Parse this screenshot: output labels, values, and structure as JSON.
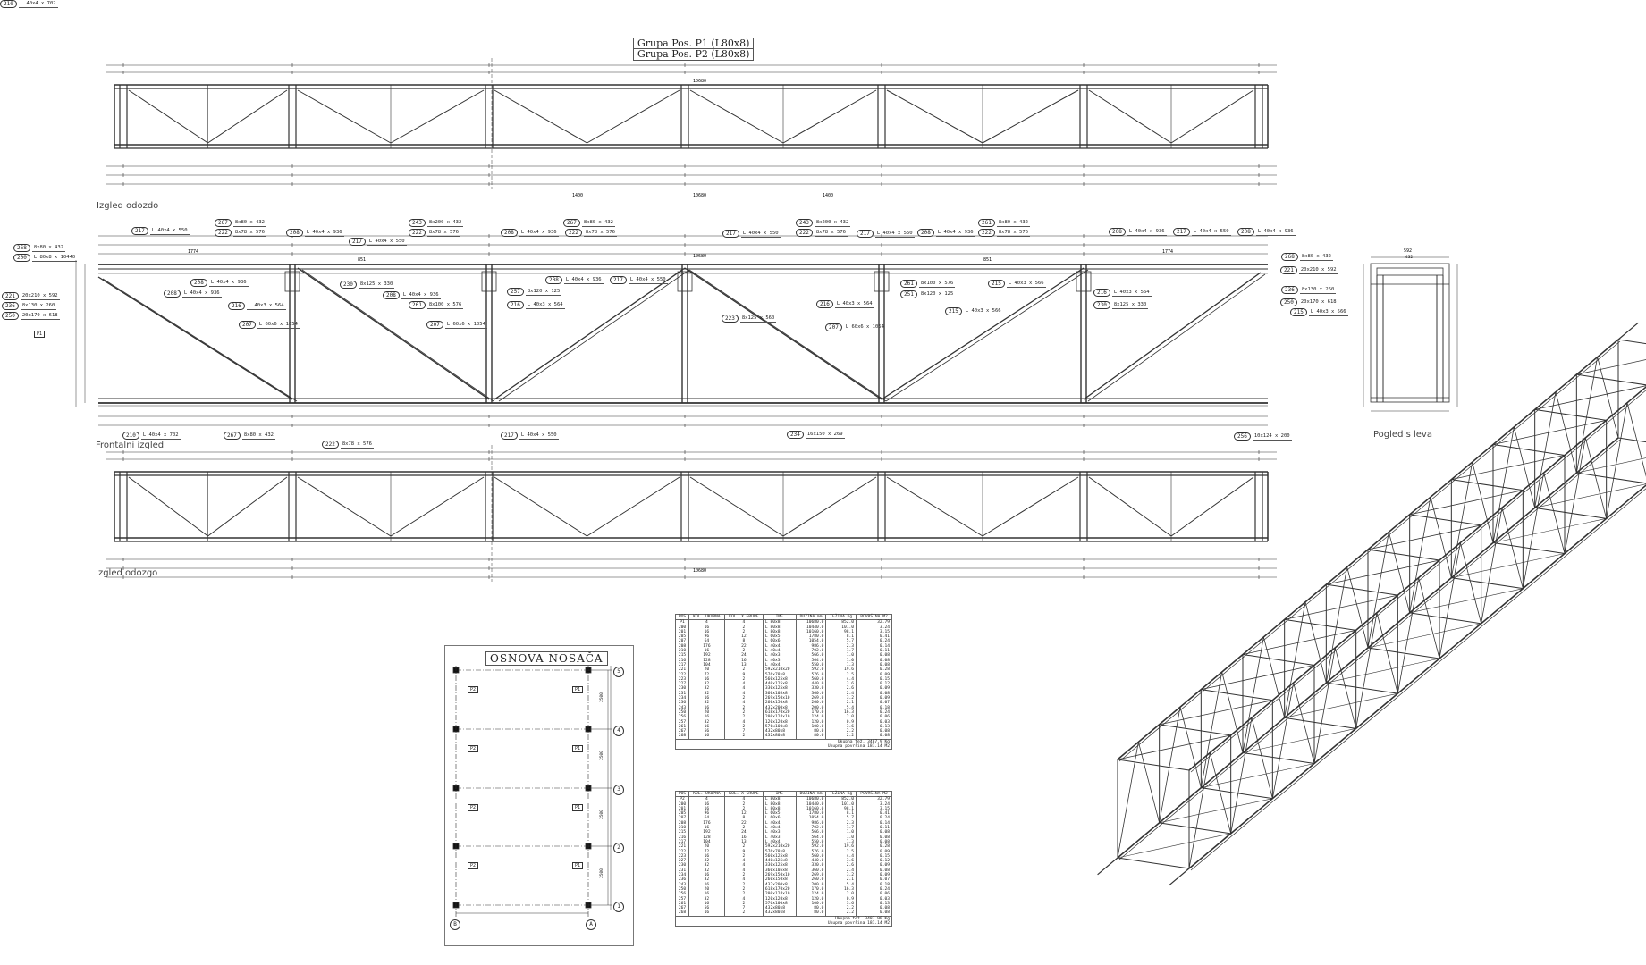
{
  "title_boxes": [
    "Grupa  Pos.  P1  (L80x8)",
    "Grupa  Pos.  P2  (L80x8)"
  ],
  "views": {
    "bottom": "Izgled odozdo",
    "front": "Frontalni izgled",
    "top": "Izgled odozgo",
    "left": "Pogled s leva"
  },
  "dimensions": {
    "total": "10680",
    "panel": "1400",
    "sub": "851",
    "end": "1774",
    "left_width": "592",
    "left_inner": "432"
  },
  "pos_tag": "P1",
  "callouts": [
    {
      "num": "268",
      "text": "8x80 x 432"
    },
    {
      "num": "200",
      "text": "L 80x8 x 10440"
    },
    {
      "num": "221",
      "text": "20x210 x 592"
    },
    {
      "num": "236",
      "text": "8x130 x 260"
    },
    {
      "num": "250",
      "text": "20x170 x 618"
    },
    {
      "num": "217",
      "text": "L 40x4 x 550"
    },
    {
      "num": "267",
      "text": "8x80 x 432"
    },
    {
      "num": "222",
      "text": "8x78 x 576"
    },
    {
      "num": "208",
      "text": "L 40x4 x 936"
    },
    {
      "num": "208",
      "text": "L 40x4 x 936"
    },
    {
      "num": "208",
      "text": "L 40x4 x 936"
    },
    {
      "num": "216",
      "text": "L 40x3 x 564"
    },
    {
      "num": "207",
      "text": "L 60x6 x 1054"
    },
    {
      "num": "243",
      "text": "8x200 x 432"
    },
    {
      "num": "222",
      "text": "8x78 x 576"
    },
    {
      "num": "217",
      "text": "L 40x4 x 550"
    },
    {
      "num": "230",
      "text": "8x125 x 330"
    },
    {
      "num": "208",
      "text": "L 40x4 x 936"
    },
    {
      "num": "261",
      "text": "8x100 x 576"
    },
    {
      "num": "207",
      "text": "L 60x6 x 1054"
    },
    {
      "num": "257",
      "text": "8x120 x 125"
    },
    {
      "num": "216",
      "text": "L 40x3 x 564"
    },
    {
      "num": "208",
      "text": "L 40x4 x 936"
    },
    {
      "num": "267",
      "text": "8x80 x 432"
    },
    {
      "num": "222",
      "text": "8x78 x 576"
    },
    {
      "num": "208",
      "text": "L 40x4 x 936"
    },
    {
      "num": "217",
      "text": "L 40x4 x 550"
    },
    {
      "num": "217",
      "text": "L 40x4 x 550"
    },
    {
      "num": "243",
      "text": "8x200 x 432"
    },
    {
      "num": "222",
      "text": "8x78 x 576"
    },
    {
      "num": "217",
      "text": "L 40x4 x 550"
    },
    {
      "num": "208",
      "text": "L 40x4 x 936"
    },
    {
      "num": "261",
      "text": "8x80 x 432"
    },
    {
      "num": "222",
      "text": "8x78 x 576"
    },
    {
      "num": "261",
      "text": "8x100 x 576"
    },
    {
      "num": "251",
      "text": "8x120 x 125"
    },
    {
      "num": "215",
      "text": "L 40x3 x 566"
    },
    {
      "num": "216",
      "text": "L 40x3 x 564"
    },
    {
      "num": "215",
      "text": "L 40x3 x 566"
    },
    {
      "num": "207",
      "text": "L 60x6 x 1054"
    },
    {
      "num": "223",
      "text": "8x125 x 560"
    },
    {
      "num": "208",
      "text": "L 40x4 x 936"
    },
    {
      "num": "217",
      "text": "L 40x4 x 550"
    },
    {
      "num": "208",
      "text": "L 40x4 x 936"
    },
    {
      "num": "268",
      "text": "8x80 x 432"
    },
    {
      "num": "221",
      "text": "20x210 x 592"
    },
    {
      "num": "236",
      "text": "8x130 x 260"
    },
    {
      "num": "250",
      "text": "20x170 x 618"
    },
    {
      "num": "215",
      "text": "L 40x3 x 566"
    },
    {
      "num": "216",
      "text": "L 40x3 x 564"
    },
    {
      "num": "230",
      "text": "8x125 x 330"
    },
    {
      "num": "210",
      "text": "L 40x4 x 702"
    },
    {
      "num": "267",
      "text": "8x80 x 432"
    },
    {
      "num": "222",
      "text": "8x78 x 576"
    },
    {
      "num": "217",
      "text": "L 40x4 x 550"
    },
    {
      "num": "234",
      "text": "16x150 x 269"
    },
    {
      "num": "256",
      "text": "10x124 x 200"
    },
    {
      "num": "210",
      "text": "L 40x4 x 702"
    }
  ],
  "osnova": {
    "title": "OSNOVA NOSAČA",
    "rows": [
      "5",
      "4",
      "3",
      "2",
      "1"
    ],
    "cols": [
      "B",
      "A"
    ],
    "left_tag": "P2",
    "right_tag": "P1",
    "span": "2500"
  },
  "tables": [
    {
      "headers": [
        "POS",
        "KOL. UKUPNA",
        "KOL. X GRUPE",
        "IME",
        "DUŽINA mm",
        "TEŽINA Kg",
        "POVRŠINA M2"
      ],
      "rows": [
        [
          "P1",
          "4",
          "4",
          "L 80x8",
          "10680.0",
          "852.0",
          "32.79"
        ],
        [
          "200",
          "16",
          "2",
          "L 80x8",
          "10440.0",
          "101.0",
          "3.24"
        ],
        [
          "201",
          "16",
          "2",
          "L 80x8",
          "10160.0",
          "98.1",
          "3.15"
        ],
        [
          "205",
          "96",
          "12",
          "L 60x5",
          "1780.0",
          "8.1",
          "0.41"
        ],
        [
          "207",
          "64",
          "8",
          "L 60x6",
          "1054.0",
          "5.7",
          "0.24"
        ],
        [
          "208",
          "176",
          "22",
          "L 40x4",
          "986.0",
          "2.3",
          "0.14"
        ],
        [
          "210",
          "16",
          "2",
          "L 40x4",
          "702.0",
          "1.7",
          "0.11"
        ],
        [
          "215",
          "192",
          "24",
          "L 40x3",
          "566.0",
          "1.0",
          "0.08"
        ],
        [
          "216",
          "128",
          "16",
          "L 40x3",
          "564.0",
          "1.0",
          "0.08"
        ],
        [
          "217",
          "104",
          "13",
          "L 40x4",
          "550.0",
          "1.3",
          "0.08"
        ],
        [
          "221",
          "20",
          "2",
          "592x210x20",
          "592.0",
          "19.6",
          "0.28"
        ],
        [
          "222",
          "72",
          "9",
          "576x78x8",
          "576.0",
          "2.5",
          "0.09"
        ],
        [
          "223",
          "16",
          "2",
          "560x125x8",
          "560.0",
          "4.4",
          "0.15"
        ],
        [
          "227",
          "32",
          "4",
          "440x125x8",
          "440.0",
          "3.6",
          "0.12"
        ],
        [
          "230",
          "32",
          "4",
          "330x125x8",
          "330.0",
          "2.6",
          "0.09"
        ],
        [
          "231",
          "32",
          "4",
          "360x105x8",
          "360.0",
          "2.4",
          "0.08"
        ],
        [
          "234",
          "16",
          "2",
          "269x150x10",
          "269.0",
          "3.2",
          "0.09"
        ],
        [
          "236",
          "32",
          "4",
          "260x150x8",
          "260.0",
          "2.1",
          "0.07"
        ],
        [
          "243",
          "16",
          "2",
          "432x200x8",
          "200.0",
          "5.4",
          "0.18"
        ],
        [
          "250",
          "20",
          "2",
          "618x170x20",
          "170.0",
          "16.3",
          "0.24"
        ],
        [
          "256",
          "16",
          "2",
          "200x124x10",
          "124.0",
          "2.0",
          "0.06"
        ],
        [
          "257",
          "32",
          "4",
          "120x120x8",
          "120.0",
          "0.9",
          "0.03"
        ],
        [
          "261",
          "16",
          "2",
          "576x100x8",
          "100.0",
          "3.6",
          "0.13"
        ],
        [
          "267",
          "56",
          "7",
          "432x80x8",
          "80.0",
          "2.2",
          "0.08"
        ],
        [
          "268",
          "16",
          "2",
          "432x80x8",
          "80.0",
          "2.2",
          "0.08"
        ]
      ],
      "total_weight": "Ukupna tež. 3487.9 Kg",
      "total_area": "Ukupna površina  181.14 M2"
    },
    {
      "headers": [
        "POS",
        "KOL. UKUPNA",
        "KOL. X GRUPE",
        "IME",
        "DUŽINA mm",
        "TEŽINA Kg",
        "POVRŠINA M2"
      ],
      "rows": [
        [
          "P2",
          "4",
          "4",
          "L 80x8",
          "10680.0",
          "852.0",
          "32.79"
        ],
        [
          "200",
          "16",
          "2",
          "L 80x8",
          "10440.0",
          "101.0",
          "3.24"
        ],
        [
          "201",
          "16",
          "2",
          "L 80x8",
          "10160.0",
          "98.1",
          "3.15"
        ],
        [
          "205",
          "96",
          "12",
          "L 60x5",
          "1780.0",
          "8.1",
          "0.41"
        ],
        [
          "207",
          "64",
          "8",
          "L 60x6",
          "1054.0",
          "5.7",
          "0.24"
        ],
        [
          "208",
          "176",
          "22",
          "L 40x4",
          "986.0",
          "2.3",
          "0.14"
        ],
        [
          "210",
          "16",
          "2",
          "L 40x4",
          "702.0",
          "1.7",
          "0.11"
        ],
        [
          "215",
          "192",
          "24",
          "L 40x3",
          "566.0",
          "1.0",
          "0.08"
        ],
        [
          "216",
          "128",
          "16",
          "L 40x3",
          "564.0",
          "1.0",
          "0.08"
        ],
        [
          "217",
          "104",
          "13",
          "L 40x4",
          "550.0",
          "1.3",
          "0.08"
        ],
        [
          "221",
          "20",
          "2",
          "592x210x20",
          "592.0",
          "19.6",
          "0.28"
        ],
        [
          "222",
          "72",
          "9",
          "576x78x8",
          "576.0",
          "2.5",
          "0.09"
        ],
        [
          "223",
          "16",
          "2",
          "560x125x8",
          "560.0",
          "4.4",
          "0.15"
        ],
        [
          "227",
          "32",
          "4",
          "440x125x8",
          "440.0",
          "3.6",
          "0.12"
        ],
        [
          "230",
          "32",
          "4",
          "330x125x8",
          "330.0",
          "2.6",
          "0.09"
        ],
        [
          "231",
          "32",
          "4",
          "360x105x8",
          "360.0",
          "2.4",
          "0.08"
        ],
        [
          "234",
          "16",
          "2",
          "269x150x10",
          "269.0",
          "3.2",
          "0.09"
        ],
        [
          "236",
          "32",
          "4",
          "260x150x8",
          "260.0",
          "2.1",
          "0.07"
        ],
        [
          "243",
          "16",
          "2",
          "432x200x8",
          "200.0",
          "5.4",
          "0.18"
        ],
        [
          "250",
          "20",
          "2",
          "618x170x20",
          "170.0",
          "16.3",
          "0.24"
        ],
        [
          "256",
          "16",
          "2",
          "200x124x10",
          "124.0",
          "2.0",
          "0.06"
        ],
        [
          "257",
          "32",
          "4",
          "120x120x8",
          "120.0",
          "0.9",
          "0.03"
        ],
        [
          "261",
          "16",
          "2",
          "576x100x8",
          "100.0",
          "3.6",
          "0.13"
        ],
        [
          "267",
          "56",
          "7",
          "432x80x8",
          "80.0",
          "2.2",
          "0.08"
        ],
        [
          "268",
          "16",
          "2",
          "432x80x8",
          "80.0",
          "2.2",
          "0.08"
        ]
      ],
      "total_weight": "Ukupna tež. 3487.90 Kg",
      "total_area": "Ukupna površina  181.14 M2"
    }
  ]
}
